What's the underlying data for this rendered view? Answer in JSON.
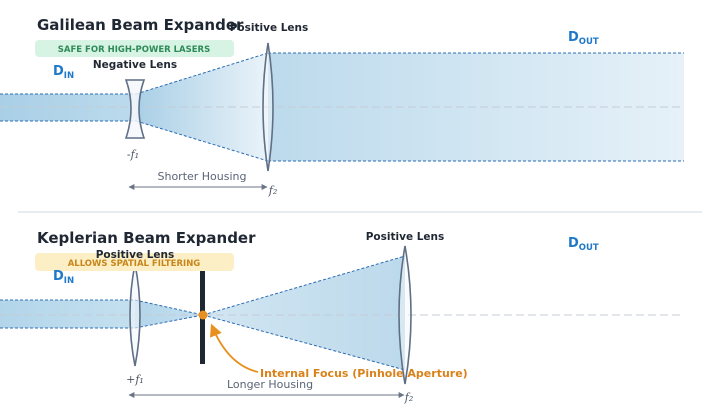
{
  "galilean": {
    "title": "Galilean Beam Expander",
    "badge": "SAFE FOR HIGH-POWER LASERS",
    "badge_color": "#2e8b57",
    "badge_bg": "#d6f3e4",
    "d_in": {
      "main": "D",
      "sub": "IN"
    },
    "d_out": {
      "main": "D",
      "sub": "OUT"
    },
    "lens1_label": "Negative Lens",
    "lens2_label": "Positive Lens",
    "focal1": "-f₁",
    "focal2": "f₂",
    "housing": "Shorter Housing"
  },
  "keplerian": {
    "title": "Keplerian Beam Expander",
    "badge": "ALLOWS SPATIAL FILTERING",
    "badge_color": "#c8861a",
    "badge_bg": "#fcefc6",
    "d_in": {
      "main": "D",
      "sub": "IN"
    },
    "d_out": {
      "main": "D",
      "sub": "OUT"
    },
    "lens1_label": "Positive Lens",
    "lens2_label": "Positive Lens",
    "focal1": "+f₁",
    "focal2": "f₂",
    "housing": "Longer Housing",
    "callout": "Internal Focus (Pinhole Aperture)"
  },
  "colors": {
    "beam_edge": "#2b6cb0",
    "beam_fill": "#cfe3f1",
    "lens_stroke": "#5f6f85",
    "lens_fill": "#f4f7fb",
    "axis": "#c4ccd6",
    "divider": "#e1e5ea",
    "aperture": "#1f2733",
    "focus": "#e8901f"
  }
}
